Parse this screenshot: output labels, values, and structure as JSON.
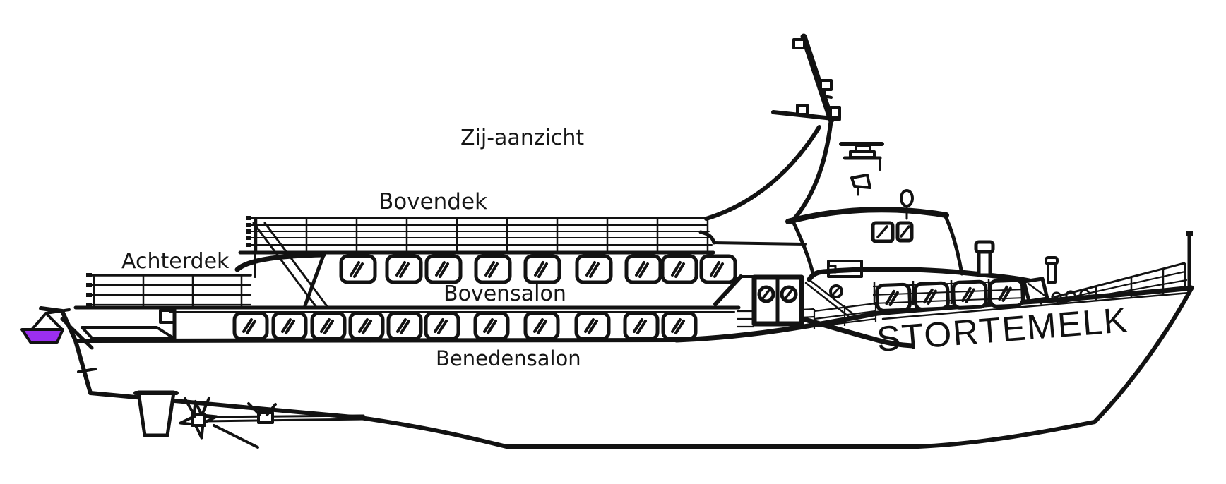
{
  "figure": {
    "side_view_label": "Zij-aanzicht",
    "upper_deck_label": "Bovendek",
    "aft_deck_label": "Achterdek",
    "upper_salon_label": "Bovensalon",
    "lower_salon_label": "Benedensalon",
    "ship_name": "STORTEMELK"
  },
  "colors": {
    "line": "#121212",
    "background": "#ffffff",
    "tender_fill": "#9b2ff0"
  }
}
